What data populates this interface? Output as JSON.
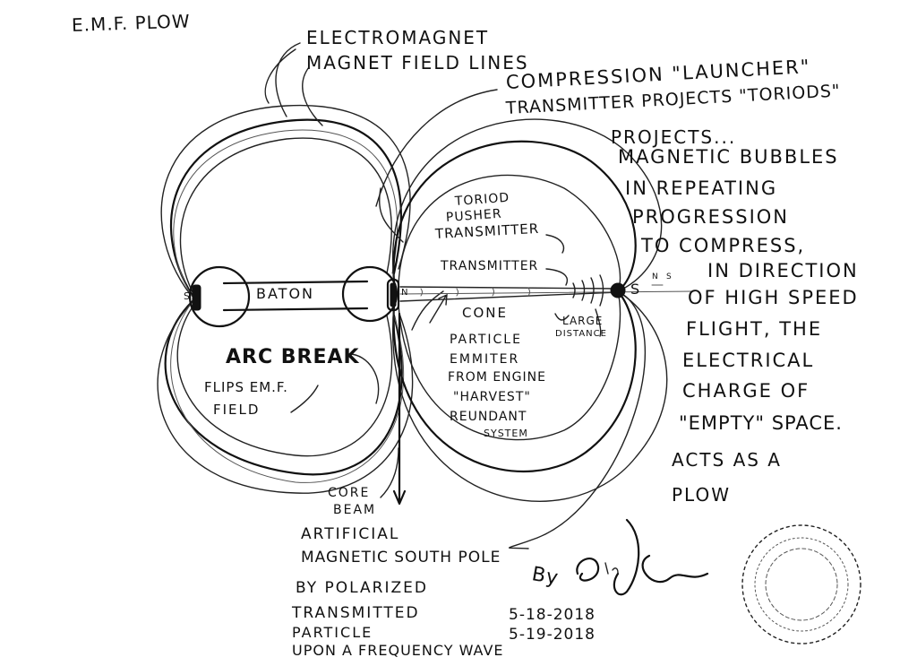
{
  "title": "E.M.F. PLOW",
  "labels": {
    "electromagnet": "ELECTROMAGNET",
    "magnet_field_lines": "MAGNET FIELD LINES",
    "compression_launcher": "COMPRESSION \"LAUNCHER\"",
    "transmitter_projects": "TRANSMITTER PROJECTS \"TORIODS\"",
    "toriod": "TORIOD",
    "pusher": "PUSHER",
    "transmitter_upper": "TRANSMITTER",
    "transmitter_lower": "TRANSMITTER",
    "baton": "BATON",
    "pole_s_left": "S",
    "pole_n": "N",
    "pole_s_right": "S",
    "pole_n_right": "N",
    "pole_s_far": "S",
    "cone": "CONE",
    "large": "LARGE",
    "distance": "DISTANCE",
    "arc_break": "ARC BREAK",
    "flips_emf": "FLIPS EM.F.",
    "field": "FIELD",
    "particle": "PARTICLE",
    "emmiter": "EMMITER",
    "from_engine": "FROM ENGINE",
    "harvest": "\"HARVEST\"",
    "reundant": "REUNDANT",
    "system": "SYSTEM",
    "core": "CORE",
    "beam": "BEAM"
  },
  "description_lines": [
    "PROJECTS...",
    "MAGNETIC BUBBLES",
    "IN REPEATING",
    "PROGRESSION",
    "TO COMPRESS,",
    "IN DIRECTION",
    "OF HIGH SPEED",
    "FLIGHT, THE",
    "ELECTRICAL",
    "CHARGE OF",
    "\"EMPTY\" SPACE.",
    "ACTS AS A",
    "PLOW"
  ],
  "pole_lines": [
    "ARTIFICIAL",
    "MAGNETIC SOUTH POLE",
    "BY POLARIZED",
    "TRANSMITTED",
    "PARTICLE",
    "UPON A FREQUENCY WAVE"
  ],
  "byline": "By",
  "dates": [
    "5-18-2018",
    "5-19-2018"
  ],
  "ink_color": "#111111"
}
